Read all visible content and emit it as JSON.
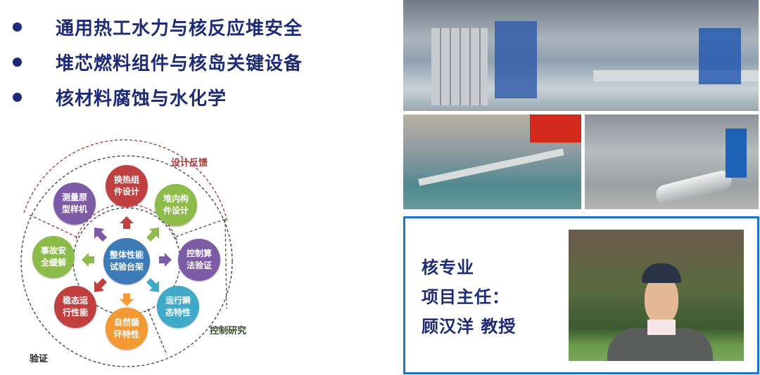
{
  "bullets": [
    "通用热工水力与核反应堆安全",
    "堆芯燃料组件与核岛关键设备",
    "核材料腐蚀与水化学"
  ],
  "diagram": {
    "center": "整体性能试验台架",
    "nodes": [
      "换热组件设计",
      "堆内构件设计",
      "控制算法验证",
      "运行瞬态特性",
      "自然循环特性",
      "稳态运行性能",
      "事故安全缓解",
      "测量原型样机"
    ],
    "labels": {
      "feedback": "设计反馈",
      "control": "控制研究",
      "verify": "验证"
    },
    "colors": {
      "red": "#c0403f",
      "green": "#8dbb4a",
      "purple": "#7d5ba6",
      "teal": "#3fa9c9",
      "orange": "#f39a34",
      "blue": "#3d7ab8"
    }
  },
  "profile": {
    "line1": "核专业",
    "line2": "项目主任：",
    "line3": "顾汉洋  教授"
  }
}
